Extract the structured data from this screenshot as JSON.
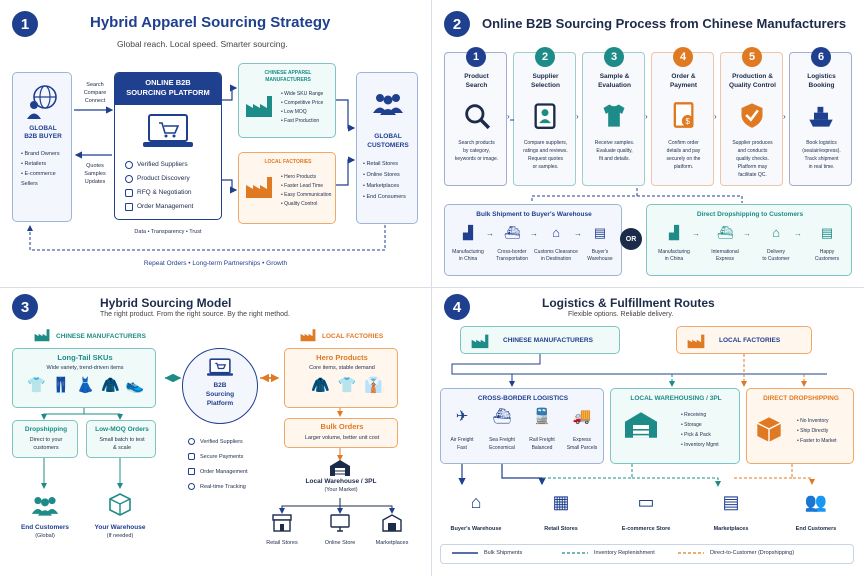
{
  "q1": {
    "number": "1",
    "title": "Hybrid Apparel Sourcing Strategy",
    "subtitle": "Global reach. Local speed. Smarter sourcing.",
    "buyer": {
      "title": "GLOBAL\nB2B BUYER",
      "title_l1": "GLOBAL",
      "title_l2": "B2B BUYER",
      "items": [
        "• Brand Owners",
        "• Retailers",
        "• E-commerce",
        "  Sellers"
      ]
    },
    "arrow_top": [
      "Search",
      "Compare",
      "Connect"
    ],
    "arrow_bottom": [
      "Quotes",
      "Samples",
      "Updates"
    ],
    "platform": {
      "title_l1": "ONLINE B2B",
      "title_l2": "SOURCING PLATFORM",
      "items": [
        "Verified Suppliers",
        "Product Discovery",
        "RFQ & Negotiation",
        "Order Management"
      ]
    },
    "chinese": {
      "title_l1": "CHINESE APPAREL",
      "title_l2": "MANUFACTURERS",
      "items": [
        "• Wide SKU Range",
        "• Competitive Price",
        "• Low MOQ",
        "• Fast Production"
      ]
    },
    "local": {
      "title": "LOCAL FACTORIES",
      "items": [
        "• Hero Products",
        "• Faster Lead Time",
        "• Easy Communication",
        "• Quality Control"
      ]
    },
    "customers": {
      "title_l1": "GLOBAL",
      "title_l2": "CUSTOMERS",
      "items": [
        "• Retail Stores",
        "• Online Stores",
        "• Marketplaces",
        "• End Consumers"
      ]
    },
    "data_line": "Data  •  Transparency  •  Trust",
    "footer": "Repeat Orders  •  Long-term Partnerships  •  Growth"
  },
  "q2": {
    "number": "2",
    "title": "Online B2B Sourcing Process from Chinese Manufacturers",
    "steps": [
      {
        "n": "1",
        "title_l1": "Product",
        "title_l2": "Search",
        "desc": [
          "Search products",
          "by category,",
          "keywords or image."
        ],
        "icon": "search-icon"
      },
      {
        "n": "2",
        "title_l1": "Supplier",
        "title_l2": "Selection",
        "desc": [
          "Compare suppliers,",
          "ratings and reviews.",
          "Request quotes",
          "or samples."
        ],
        "icon": "supplier-icon"
      },
      {
        "n": "3",
        "title_l1": "Sample &",
        "title_l2": "Evaluation",
        "desc": [
          "Receive samples.",
          "Evaluate quality,",
          "fit and details."
        ],
        "icon": "tshirt-icon"
      },
      {
        "n": "4",
        "title_l1": "Order &",
        "title_l2": "Payment",
        "desc": [
          "Confirm order",
          "details and pay",
          "securely on the",
          "platform."
        ],
        "icon": "payment-icon"
      },
      {
        "n": "5",
        "title_l1": "Production &",
        "title_l2": "Quality Control",
        "desc": [
          "Supplier produces",
          "and conducts",
          "quality checks.",
          "Platform may",
          "facilitate QC."
        ],
        "icon": "shield-icon"
      },
      {
        "n": "6",
        "title_l1": "Logistics",
        "title_l2": "Booking",
        "desc": [
          "Book logistics",
          "(sea/air/express).",
          "Track shipment",
          "in real time."
        ],
        "icon": "ship-icon"
      }
    ],
    "step_colors": [
      "#1f3f8f",
      "#1d8c88",
      "#1d8c88",
      "#e07a22",
      "#e07a22",
      "#1f3f8f"
    ],
    "bulk": {
      "title": "Bulk Shipment to Buyer's Warehouse",
      "steps": [
        [
          "Manufacturing",
          "in China"
        ],
        [
          "Cross-border",
          "Transportation"
        ],
        [
          "Customs Clearance",
          "in Destination"
        ],
        [
          "Buyer's",
          "Warehouse"
        ]
      ]
    },
    "or": "OR",
    "drop": {
      "title": "Direct Dropshipping to Customers",
      "steps": [
        [
          "Manufacturing",
          "in China"
        ],
        [
          "International",
          "Express"
        ],
        [
          "Delivery",
          "to Customer"
        ],
        [
          "Happy",
          "Customers"
        ]
      ]
    }
  },
  "q3": {
    "number": "3",
    "title": "Hybrid Sourcing Model",
    "subtitle": "The right product. From the right source. By the right method.",
    "chinese_label": "CHINESE MANUFACTURERS",
    "local_label": "LOCAL FACTORIES",
    "longtail": {
      "title": "Long-Tail SKUs",
      "desc": "Wide variety, trend-driven items"
    },
    "dropshipping": {
      "title": "Dropshipping",
      "desc": [
        "Direct to your",
        "customers"
      ]
    },
    "lowmoq": {
      "title": "Low-MOQ Orders",
      "desc": [
        "Small batch to test",
        "& scale"
      ]
    },
    "end_customers": {
      "title": "End Customers",
      "sub": "(Global)"
    },
    "your_warehouse": {
      "title": "Your Warehouse",
      "sub": "(If needed)"
    },
    "platform": {
      "l1": "B2B",
      "l2": "Sourcing",
      "l3": "Platform"
    },
    "platform_items": [
      "Verified Suppliers",
      "Secure Payments",
      "Order Management",
      "Real-time Tracking"
    ],
    "hero": {
      "title": "Hero Products",
      "desc": "Core items, stable demand"
    },
    "bulk": {
      "title": "Bulk Orders",
      "desc": "Larger volume, better unit cost"
    },
    "warehouse": {
      "title": "Local Warehouse / 3PL",
      "sub": "(Your Market)"
    },
    "outlets": [
      "Retail Stores",
      "Online Store",
      "Marketplaces"
    ]
  },
  "q4": {
    "number": "4",
    "title": "Logistics & Fulfillment Routes",
    "subtitle": "Flexible options. Reliable delivery.",
    "chinese_label": "CHINESE MANUFACTURERS",
    "local_label": "LOCAL FACTORIES",
    "crossborder": {
      "title": "CROSS-BORDER LOGISTICS",
      "modes": [
        [
          "Air Freight",
          "Fast"
        ],
        [
          "Sea Freight",
          "Economical"
        ],
        [
          "Rail Freight",
          "Balanced"
        ],
        [
          "Express",
          "Small Parcels"
        ]
      ]
    },
    "warehousing": {
      "title": "LOCAL WAREHOUSING / 3PL",
      "items": [
        "• Receiving",
        "• Storage",
        "• Pick & Pack",
        "• Inventory Mgmt"
      ]
    },
    "dropshipping": {
      "title": "DIRECT DROPSHIPPING",
      "items": [
        "• No Inventory",
        "• Ship Directly",
        "• Faster to Market"
      ]
    },
    "destinations": [
      "Buyer's Warehouse",
      "Retail Stores",
      "E-commerce Store",
      "Marketplaces",
      "End Customers"
    ],
    "legend": [
      "Bulk Shipments",
      "Inventory Replenishment",
      "Direct-to-Customer (Dropshipping)"
    ]
  },
  "colors": {
    "navy": "#1f3f8f",
    "teal": "#1d8c88",
    "orange": "#e07a22"
  }
}
